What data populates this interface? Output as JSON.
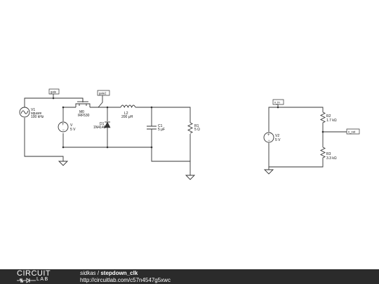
{
  "circuit_left": {
    "v1": {
      "name": "V1",
      "type": "square",
      "freq": "100 kHz"
    },
    "v_plus": {
      "name": "V",
      "volt": "5 V"
    },
    "m0": {
      "name": "M0",
      "part": "IRF530"
    },
    "d1": {
      "name": "D1",
      "part": "1N4148"
    },
    "l2": {
      "name": "L2",
      "value": "200 μH"
    },
    "c1": {
      "name": "C1",
      "value": "5 μF"
    },
    "r1": {
      "name": "R1",
      "value": "5 Ω"
    },
    "tag_gate": "gate",
    "tag_gate2": "gate2"
  },
  "circuit_right": {
    "v2": {
      "name": "V2",
      "volt": "5 V"
    },
    "r2": {
      "name": "R2",
      "value": "1.7 kΩ"
    },
    "r3": {
      "name": "R3",
      "value": "3.3 kΩ"
    },
    "tag_vin": "v_in",
    "tag_vout": "v_out"
  },
  "footer": {
    "logo_top": "CIRCUIT",
    "logo_bottom": "LAB",
    "user": "sidkas",
    "separator": " / ",
    "design": "stepdown_clk",
    "url": "http://circuitlab.com/c57n4547g5xwc"
  }
}
